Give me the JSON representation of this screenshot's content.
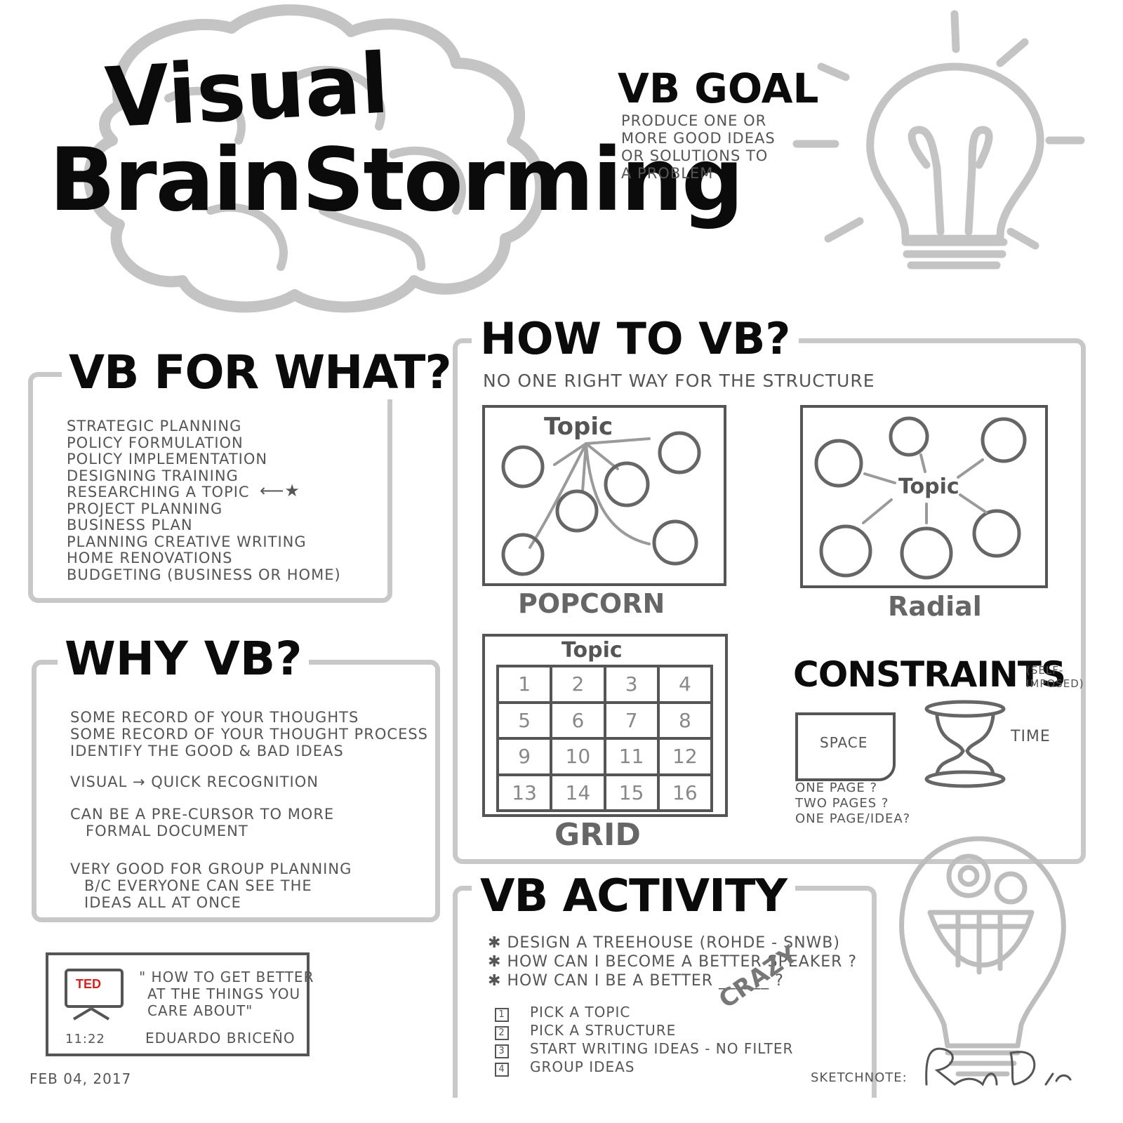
{
  "title": {
    "line1": "Visual",
    "line2": "BrainStorming"
  },
  "goal": {
    "heading": "VB GOAL",
    "lines": [
      "PRODUCE ONE OR",
      "MORE GOOD IDEAS",
      "OR SOLUTIONS TO",
      "A PROBLEM"
    ]
  },
  "for_what": {
    "heading": "VB FOR WHAT?",
    "items": [
      "STRATEGIC PLANNING",
      "POLICY FORMULATION",
      "POLICY IMPLEMENTATION",
      "DESIGNING TRAINING",
      "RESEARCHING A TOPIC",
      "PROJECT PLANNING",
      "BUSINESS PLAN",
      "PLANNING CREATIVE WRITING",
      "HOME RENOVATIONS",
      "BUDGETING (BUSINESS OR HOME)"
    ]
  },
  "why": {
    "heading": "WHY VB?",
    "lines": [
      "SOME RECORD OF YOUR THOUGHTS",
      "SOME RECORD OF YOUR THOUGHT PROCESS",
      "IDENTIFY THE GOOD & BAD IDEAS",
      "VISUAL → QUICK RECOGNITION",
      "CAN BE A PRE-CURSOR TO MORE",
      "FORMAL DOCUMENT",
      "VERY GOOD FOR GROUP PLANNING",
      "B/C EVERYONE CAN SEE THE",
      "IDEAS ALL AT ONCE"
    ]
  },
  "how": {
    "heading": "HOW TO VB?",
    "subtitle": "NO ONE RIGHT WAY FOR THE STRUCTURE",
    "popcorn": {
      "topic": "Topic",
      "label": "POPCORN"
    },
    "radial": {
      "topic": "Topic",
      "label": "Radial"
    },
    "grid": {
      "topic": "Topic",
      "label": "GRID",
      "cells": [
        "1",
        "2",
        "3",
        "4",
        "5",
        "6",
        "7",
        "8",
        "9",
        "10",
        "11",
        "12",
        "13",
        "14",
        "15",
        "16"
      ]
    }
  },
  "constraints": {
    "heading": "CONSTRAINTS",
    "note": "(SELF-IMPOSED)",
    "space": "SPACE",
    "time": "TIME",
    "pages": [
      "ONE PAGE ?",
      "TWO PAGES ?",
      "ONE PAGE/IDEA?"
    ]
  },
  "activity": {
    "heading": "VB ACTIVITY",
    "bullets": [
      "DESIGN A TREEHOUSE (ROHDE - SNWB)",
      "HOW CAN I BECOME A BETTER SPEAKER ?",
      "HOW CAN I BE A BETTER ______ ?"
    ],
    "crazy": "CRAZY",
    "steps": [
      "PICK A TOPIC",
      "PICK A STRUCTURE",
      "START WRITING IDEAS - NO FILTER",
      "GROUP IDEAS"
    ]
  },
  "ted": {
    "logo": "TED",
    "quote_lines": [
      "\" HOW TO GET BETTER",
      "AT THE THINGS YOU",
      "CARE ABOUT\""
    ],
    "duration": "11:22",
    "speaker": "EDUARDO BRICEÑO"
  },
  "date": "FEB 04, 2017",
  "sketchnote": "SKETCHNOTE:"
}
